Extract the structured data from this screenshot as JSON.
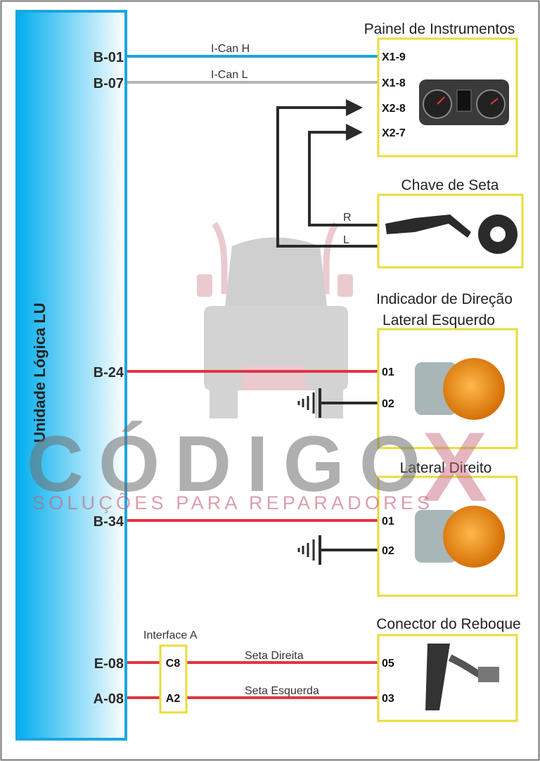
{
  "ecu": {
    "label": "Unidade Lógica LU"
  },
  "ecu_pins": {
    "b01": "B-01",
    "b07": "B-07",
    "b24": "B-24",
    "b34": "B-34",
    "e08": "E-08",
    "a08": "A-08"
  },
  "wires": {
    "ican_h": "I-Can H",
    "ican_l": "I-Can L",
    "r": "R",
    "l": "L",
    "seta_direita": "Seta Direita",
    "seta_esquerda": "Seta Esquerda"
  },
  "painel": {
    "title": "Painel de Instrumentos",
    "pins": [
      "X1-9",
      "X1-8",
      "X2-8",
      "X2-7"
    ]
  },
  "chave": {
    "title": "Chave de Seta"
  },
  "indicador_esq": {
    "title_line1": "Indicador de Direção",
    "title_line2": "Lateral Esquerdo",
    "pins": [
      "01",
      "02"
    ]
  },
  "indicador_dir": {
    "title": "Lateral Direito",
    "pins": [
      "01",
      "02"
    ]
  },
  "interface": {
    "title": "Interface A",
    "pins": [
      "C8",
      "A2"
    ]
  },
  "reboque": {
    "title": "Conector do Reboque",
    "pins": [
      "05",
      "03"
    ]
  },
  "watermark": {
    "brand": "CÓDIGO",
    "brand_x": "X",
    "tagline": "SOLUÇÕES PARA REPARADORES"
  },
  "colors": {
    "can_h": "#1aa6e0",
    "can_l": "#b5b5b5",
    "power": "#e0363f",
    "signal": "#2b2b2b",
    "box": "#e8dc3a"
  }
}
